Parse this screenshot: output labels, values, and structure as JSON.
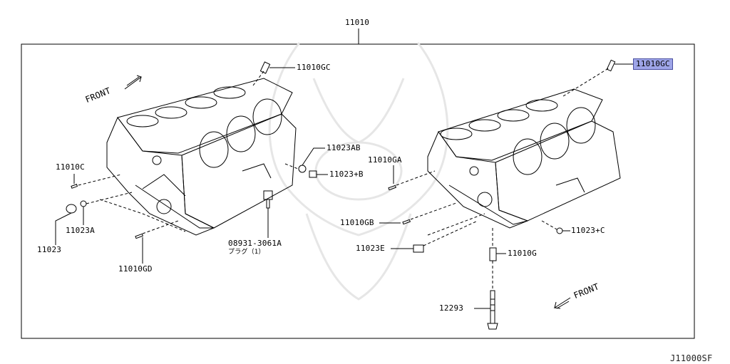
{
  "diagram": {
    "title_part": "11010",
    "code": "J11000SF",
    "labels": {
      "gc_left": "11010GC",
      "gc_right": "11010GC",
      "front_left": "FRONT",
      "front_right": "FRONT",
      "ab": "11023AB",
      "b": "11023+B",
      "ga": "11010GA",
      "c": "11010C",
      "a": "11023A",
      "p11023": "11023",
      "gd": "11010GD",
      "plug_part": "08931-3061A",
      "plug_note": "プラグ（1）",
      "gb": "11010GB",
      "c_plus": "11023+C",
      "e": "11023E",
      "g": "11010G",
      "bolt": "12293"
    },
    "highlight_color": "#9ea5e8"
  }
}
